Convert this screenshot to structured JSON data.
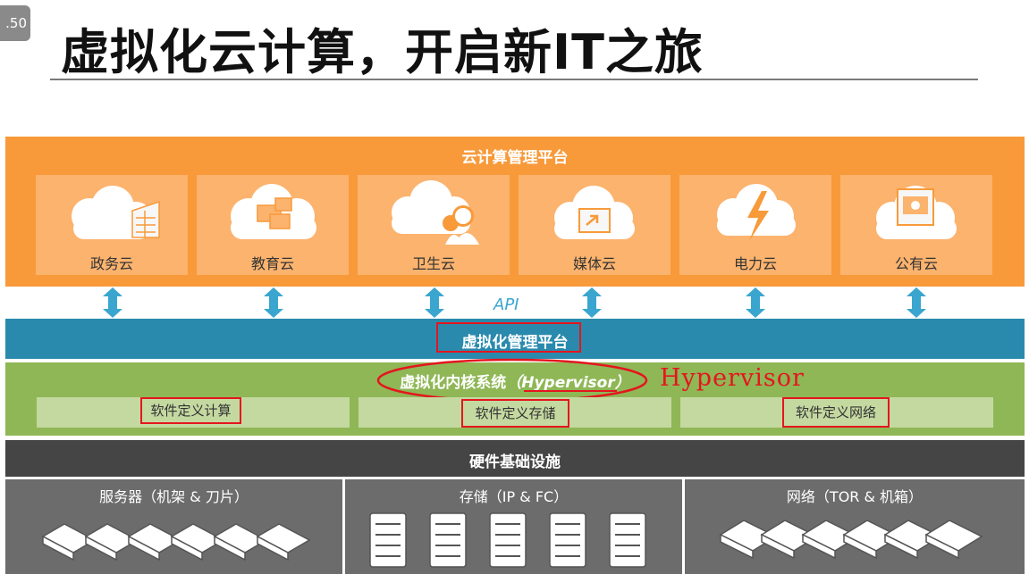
{
  "slide": {
    "zoom_badge": ".50",
    "title": "虚拟化云计算，开启新IT之旅"
  },
  "cloud_platform": {
    "title": "云计算管理平台",
    "tiles": [
      {
        "label": "政务云",
        "icon": "building-cloud-icon"
      },
      {
        "label": "教育云",
        "icon": "screens-cloud-icon"
      },
      {
        "label": "卫生云",
        "icon": "people-cloud-icon"
      },
      {
        "label": "媒体云",
        "icon": "media-cloud-icon"
      },
      {
        "label": "电力云",
        "icon": "lightning-cloud-icon"
      },
      {
        "label": "公有云",
        "icon": "server-cloud-icon"
      }
    ]
  },
  "api": {
    "label": "API"
  },
  "virtualization": {
    "title": "虚拟化管理平台"
  },
  "hypervisor": {
    "title": "虚拟化内核系统",
    "paren": "（Hypervisor）",
    "annotation": "Hypervisor",
    "boxes": [
      "软件定义计算",
      "软件定义存储",
      "软件定义网络"
    ]
  },
  "hardware": {
    "title": "硬件基础设施",
    "columns": [
      "服务器（机架 & 刀片）",
      "存储（IP & FC）",
      "网络（TOR & 机箱）"
    ]
  },
  "colors": {
    "orange": "#f89a3a",
    "tile": "#fbb36e",
    "blue": "#2a8aad",
    "arrow": "#3aa6cf",
    "green": "#8fb756",
    "red_annotation": "#e4161e",
    "dark": "#454545",
    "gray": "#6c6c6c"
  }
}
